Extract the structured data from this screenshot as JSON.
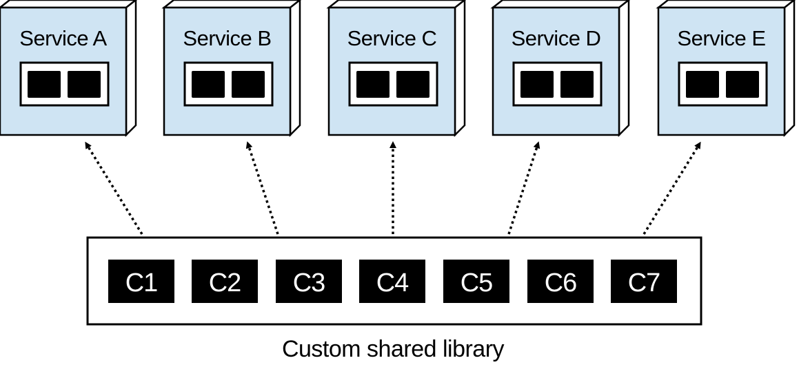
{
  "services": [
    {
      "label": "Service A"
    },
    {
      "label": "Service B"
    },
    {
      "label": "Service C"
    },
    {
      "label": "Service D"
    },
    {
      "label": "Service E"
    }
  ],
  "components": [
    {
      "label": "C1"
    },
    {
      "label": "C2"
    },
    {
      "label": "C3"
    },
    {
      "label": "C4"
    },
    {
      "label": "C5"
    },
    {
      "label": "C6"
    },
    {
      "label": "C7"
    }
  ],
  "library": {
    "label": "Custom shared library"
  },
  "colors": {
    "service_fill": "#cfe4f3",
    "service_side": "#ffffff",
    "stroke": "#000000",
    "component_fill": "#000000",
    "component_text": "#ffffff"
  }
}
